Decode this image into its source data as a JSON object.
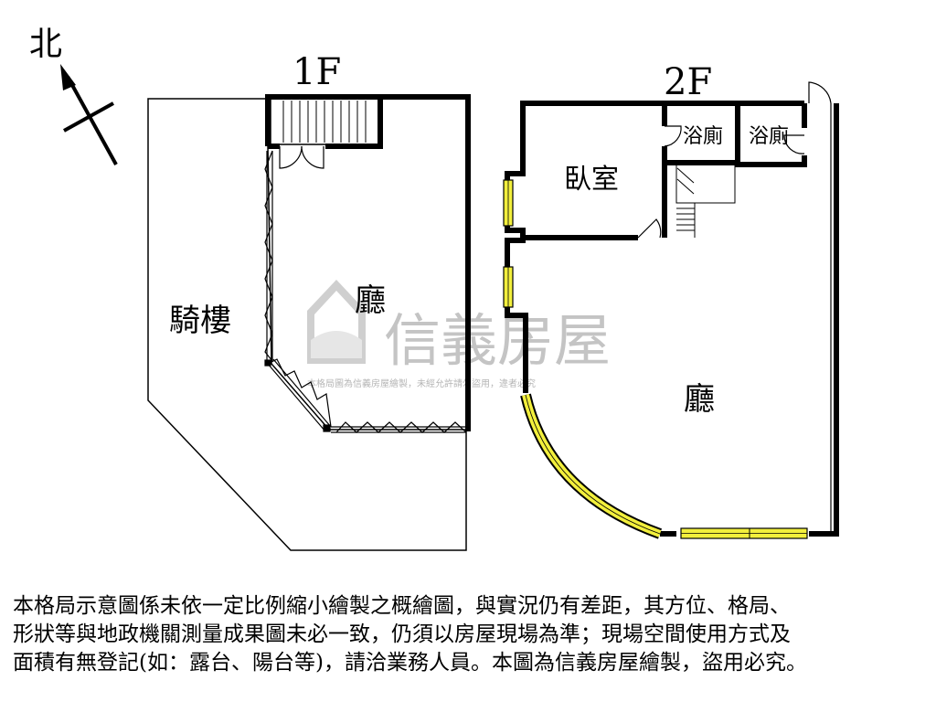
{
  "compass": {
    "label": "北"
  },
  "floors": {
    "f1": {
      "title": "1F",
      "rooms": {
        "arcade": "騎樓",
        "hall": "廳"
      }
    },
    "f2": {
      "title": "2F",
      "rooms": {
        "bedroom": "臥室",
        "bath1": "浴廁",
        "bath2": "浴廁",
        "hall": "廳"
      }
    }
  },
  "watermark": {
    "brand": "信義房屋",
    "note": "本格局圖為信義房屋繪製，未經允許請勿盜用，違者必究"
  },
  "disclaimer": {
    "lines": [
      "本格局示意圖係未依一定比例縮小繪製之概繪圖，與實況仍有差距，其方位、格局、",
      "形狀等與地政機關測量成果圖未必一致，仍須以房屋現場為準；現場空間使用方式及",
      "面積有無登記(如：露台、陽台等)，請洽業務人員。本圖為信義房屋繪製，盜用必究。"
    ]
  },
  "colors": {
    "wall": "#000000",
    "window": "#f2ef3c",
    "watermark": "#c8c8c8"
  }
}
